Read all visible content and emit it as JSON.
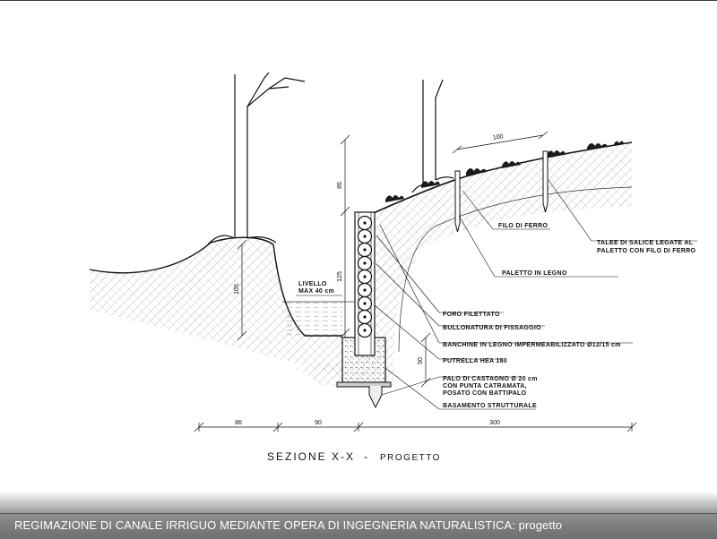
{
  "drawing": {
    "title": "SEZIONE X-X",
    "title_separator": "-",
    "subtitle": "PROGETTO",
    "dimensions": {
      "top_width": "100",
      "wall_upper": "85",
      "wall_height": "125",
      "left_bank_height": "105",
      "base_depth": "50",
      "bottom_left": "86",
      "bottom_mid": "90",
      "bottom_right": "300"
    },
    "water_level": {
      "line1": "LIVELLO",
      "line2": "MAX 40 cm"
    },
    "callouts": {
      "filo_di_ferro": "FILO DI FERRO",
      "talee_line1": "TALEE DI SALICE LEGATE AL",
      "talee_line2": "PALETTO CON FILO DI FERRO",
      "paletto": "PALETTO IN LEGNO",
      "foro": "FORO FILETTATO",
      "bullonatura": "BULLONATURA DI FISSAGGIO",
      "banchine": "BANCHINE IN LEGNO IMPERMEABILIZZATO Ø12/15 cm",
      "putrella": "PUTRELLA HEA 180",
      "palo_line1": "PALO DI CASTAGNO Ø 20 cm",
      "palo_line2": "CON PUNTA CATRAMATA,",
      "palo_line3": "POSATO CON BATTIPALO",
      "basamento": "BASAMENTO STRUTTURALE"
    }
  },
  "footer": {
    "caption": "REGIMAZIONE DI CANALE IRRIGUO MEDIANTE OPERA DI INGEGNERIA NATURALISTICA: progetto"
  }
}
